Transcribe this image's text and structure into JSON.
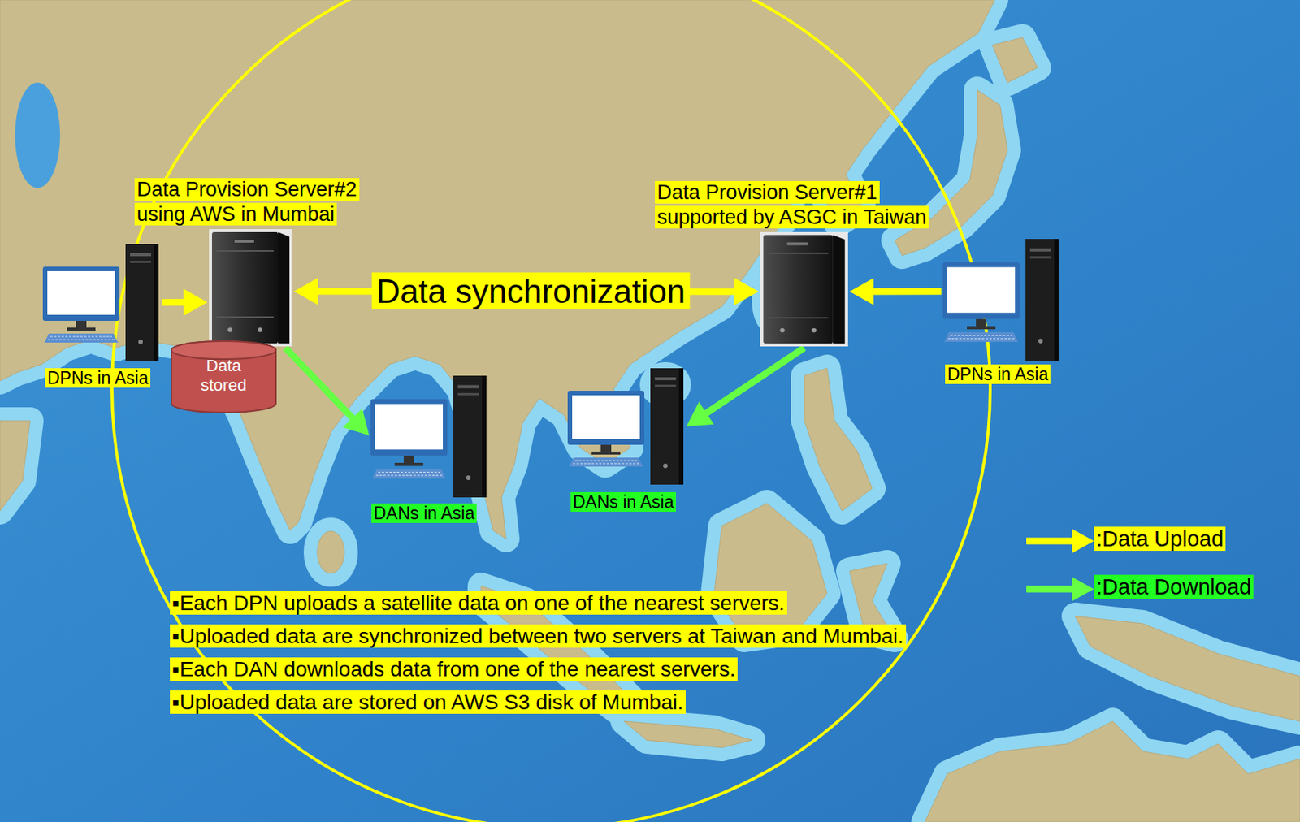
{
  "diagram": {
    "nodes": [
      {
        "text": [
          "Data Provision Server#2 using AWS in Mumbai"
        ]
      },
      {
        "text": [
          "Data Provision Server#1 supported by ASGC in Taiwan"
        ]
      },
      {
        "text": [
          "DPNs in Asia"
        ]
      },
      {
        "text": [
          "Data stored"
        ]
      },
      {
        "text": [
          "DPNs in Asia"
        ]
      },
      {
        "text": [
          "DANs in Asia"
        ]
      },
      {
        "text": [
          "DANs in Asia"
        ]
      }
    ],
    "edges": [
      {
        "from": 2,
        "to": 0,
        "arrow": "to"
      },
      {
        "from": 4,
        "to": 1,
        "arrow": "to"
      },
      {
        "from": 0,
        "to": 1,
        "label": "Data synchronization",
        "arrow": "both"
      },
      {
        "from": 0,
        "to": 5,
        "arrow": "to"
      },
      {
        "from": 1,
        "to": 6,
        "arrow": "to"
      }
    ],
    "labels": [
      "▪Each DPN uploads a satellite data on one of the nearest servers.",
      "▪Uploaded data are synchronized between two servers at Taiwan and Mumbai.",
      "▪Each DAN downloads data from one of the nearest servers.",
      "▪Uploaded data are stored on AWS S3 disk of Mumbai."
    ],
    "legend": [
      {
        "text": ":Data Upload"
      },
      {
        "text": ":Data Download"
      }
    ]
  }
}
